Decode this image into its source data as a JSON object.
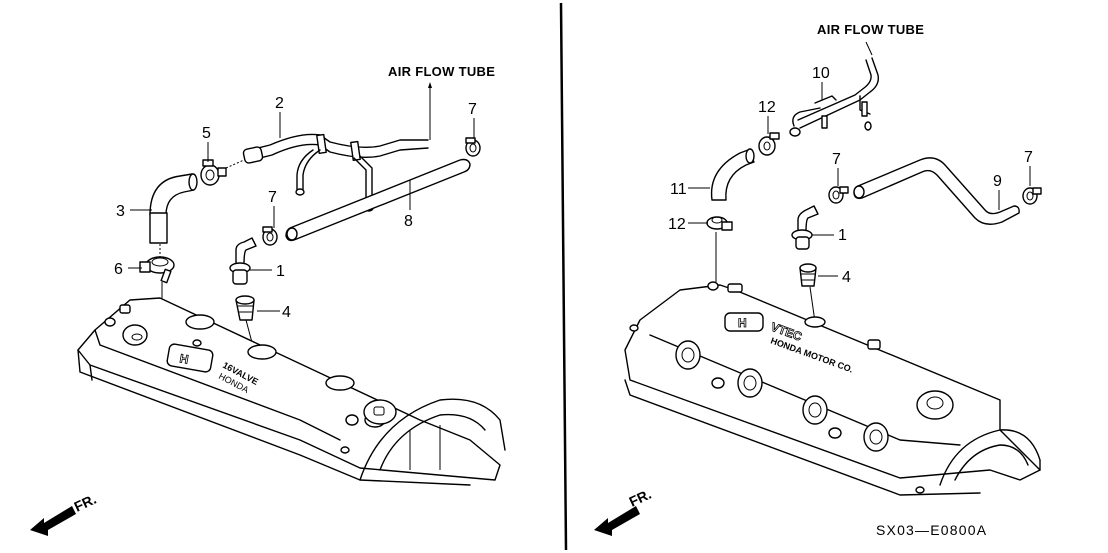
{
  "diagram": {
    "left_panel": {
      "air_flow_label": "AIR FLOW TUBE",
      "cover_emboss_line1": "16VALVE",
      "cover_emboss_line2": "HONDA",
      "front_label": "FR.",
      "callouts": [
        {
          "num": "1",
          "part": "pcv-valve"
        },
        {
          "num": "2",
          "part": "breather-tube"
        },
        {
          "num": "3",
          "part": "breather-hose-elbow"
        },
        {
          "num": "4",
          "part": "pcv-grommet"
        },
        {
          "num": "5",
          "part": "hose-clamp"
        },
        {
          "num": "6",
          "part": "hose-clamp-large"
        },
        {
          "num": "7",
          "part": "hose-clamp"
        },
        {
          "num": "7",
          "part": "hose-clamp"
        },
        {
          "num": "8",
          "part": "pcv-hose"
        }
      ]
    },
    "right_panel": {
      "air_flow_label": "AIR FLOW TUBE",
      "cover_emboss_line1": "VTEC",
      "cover_emboss_line2": "HONDA MOTOR CO.",
      "front_label": "FR.",
      "callouts": [
        {
          "num": "1",
          "part": "pcv-valve"
        },
        {
          "num": "4",
          "part": "pcv-grommet"
        },
        {
          "num": "7",
          "part": "hose-clamp"
        },
        {
          "num": "7",
          "part": "hose-clamp"
        },
        {
          "num": "9",
          "part": "pcv-hose"
        },
        {
          "num": "10",
          "part": "breather-pipe"
        },
        {
          "num": "11",
          "part": "breather-hose"
        },
        {
          "num": "12",
          "part": "hose-clamp"
        },
        {
          "num": "12",
          "part": "hose-clamp"
        }
      ]
    },
    "diagram_code": "SX03—E0800A"
  }
}
